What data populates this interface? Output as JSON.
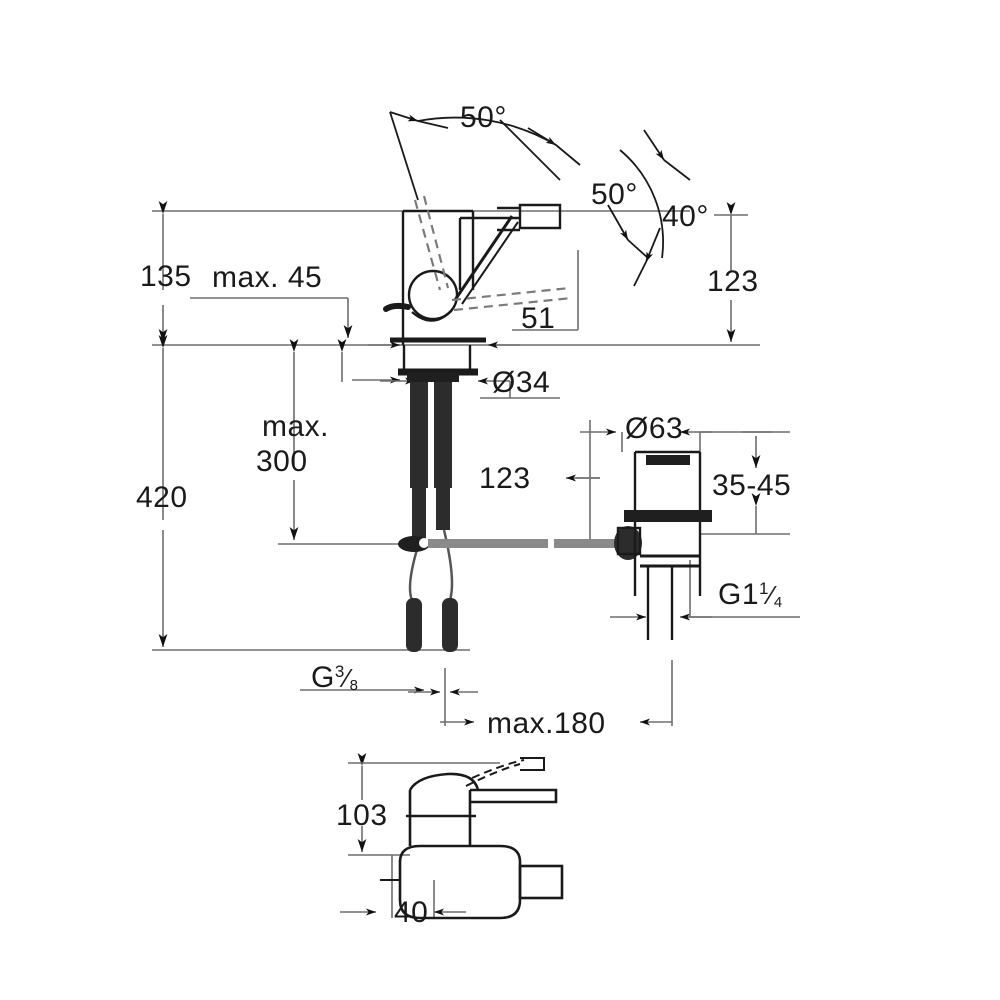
{
  "drawing": {
    "title": "Single-lever basin/bidet mixer dimensional drawing",
    "units": "mm",
    "line_color": "#1a1a1a",
    "dim_line_color": "#6e6e6e",
    "background": "#ffffff"
  },
  "dimensions": {
    "height_135": "135",
    "max_45": "max. 45",
    "angle_top_left": "50°",
    "angle_top_right": "50°",
    "angle_swivel": "40°",
    "height_123_right": "123",
    "projection_51": "51",
    "bore_34": "Ø34",
    "max_300": "max.",
    "max_300_value": "300",
    "total_420": "420",
    "stem_123": "123",
    "waste_63": "Ø63",
    "thickness_35_45": "35-45",
    "thread_g114_prefix": "G1",
    "thread_g114_num": "1",
    "thread_g114_slash": "⁄",
    "thread_g114_den": "4",
    "thread_g38_prefix": "G",
    "thread_g38_num": "3",
    "thread_g38_slash": "⁄",
    "thread_g38_den": "8",
    "max_180": "max.180",
    "plan_103": "103",
    "plan_40": "40"
  },
  "views": {
    "elevation": "side-elevation-view",
    "waste": "pop-up-waste-assembly-view",
    "plan": "plan-footprint-view"
  }
}
